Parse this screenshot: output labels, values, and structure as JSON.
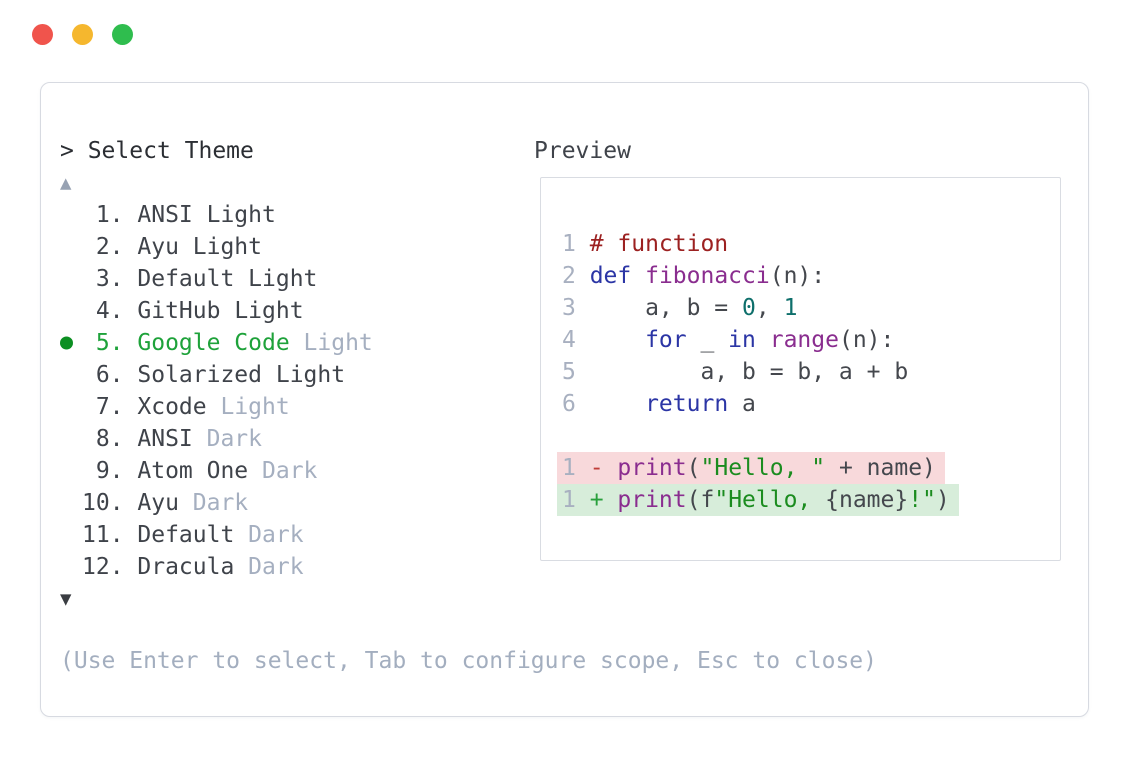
{
  "window": {
    "controls": {
      "close_color": "#f0544c",
      "minimize_color": "#f5b72e",
      "maximize_color": "#2fbd4e"
    }
  },
  "colors": {
    "accent_green": "#1ea23a",
    "selected_bullet_green": "#0c8f22",
    "muted_text": "#a5afc0",
    "dark_text": "#3f434a",
    "panel_border": "#d7dae1",
    "diff_removed_bg": "#f8d9db",
    "diff_added_bg": "#d7edda",
    "line_number": "#a8b0c0"
  },
  "header": {
    "prompt_char": ">",
    "title": "Select Theme"
  },
  "icons": {
    "scroll_up": "▲",
    "scroll_down": "▼"
  },
  "theme_list": {
    "selected_index": 5,
    "items": [
      {
        "num": "1.",
        "name": "ANSI",
        "suffix": "Light",
        "selected": false
      },
      {
        "num": "2.",
        "name": "Ayu",
        "suffix": "Light",
        "selected": false
      },
      {
        "num": "3.",
        "name": "Default",
        "suffix": "Light",
        "selected": false
      },
      {
        "num": "4.",
        "name": "GitHub",
        "suffix": "Light",
        "selected": false
      },
      {
        "num": "5.",
        "name": "Google Code",
        "suffix": "Light",
        "selected": true
      },
      {
        "num": "6.",
        "name": "Solarized",
        "suffix": "Light",
        "selected": false
      },
      {
        "num": "7.",
        "name": "Xcode",
        "suffix": "Light",
        "selected": false
      },
      {
        "num": "8.",
        "name": "ANSI",
        "suffix": "Dark",
        "selected": false
      },
      {
        "num": "9.",
        "name": "Atom One",
        "suffix": "Dark",
        "selected": false
      },
      {
        "num": "10.",
        "name": "Ayu",
        "suffix": "Dark",
        "selected": false
      },
      {
        "num": "11.",
        "name": "Default",
        "suffix": "Dark",
        "selected": false
      },
      {
        "num": "12.",
        "name": "Dracula",
        "suffix": "Dark",
        "selected": false
      }
    ]
  },
  "preview": {
    "label": "Preview",
    "lines": [
      {
        "num": "1",
        "tokens": [
          {
            "text": "# function",
            "role": "comment"
          }
        ]
      },
      {
        "num": "2",
        "tokens": [
          {
            "text": "def",
            "role": "keyword"
          },
          {
            "text": " ",
            "role": "plain"
          },
          {
            "text": "fibonacci",
            "role": "function"
          },
          {
            "text": "(n):",
            "role": "plain"
          }
        ]
      },
      {
        "num": "3",
        "tokens": [
          {
            "text": "    a, b = ",
            "role": "plain"
          },
          {
            "text": "0",
            "role": "literal"
          },
          {
            "text": ", ",
            "role": "plain"
          },
          {
            "text": "1",
            "role": "literal"
          }
        ]
      },
      {
        "num": "4",
        "tokens": [
          {
            "text": "    ",
            "role": "plain"
          },
          {
            "text": "for",
            "role": "keyword"
          },
          {
            "text": " _ ",
            "role": "plain"
          },
          {
            "text": "in",
            "role": "keyword"
          },
          {
            "text": " ",
            "role": "plain"
          },
          {
            "text": "range",
            "role": "function"
          },
          {
            "text": "(n):",
            "role": "plain"
          }
        ]
      },
      {
        "num": "5",
        "tokens": [
          {
            "text": "        a, b = b, a + b",
            "role": "plain"
          }
        ]
      },
      {
        "num": "6",
        "tokens": [
          {
            "text": "    ",
            "role": "plain"
          },
          {
            "text": "return",
            "role": "keyword"
          },
          {
            "text": " a",
            "role": "plain"
          }
        ]
      }
    ],
    "diff_lines": [
      {
        "num": "1",
        "change": "removed",
        "marker": "-",
        "tokens": [
          {
            "text": "print",
            "role": "function"
          },
          {
            "text": "(",
            "role": "plain"
          },
          {
            "text": "\"Hello, \"",
            "role": "string"
          },
          {
            "text": " + name)",
            "role": "plain"
          }
        ]
      },
      {
        "num": "1",
        "change": "added",
        "marker": "+",
        "tokens": [
          {
            "text": "print",
            "role": "function"
          },
          {
            "text": "(f",
            "role": "plain"
          },
          {
            "text": "\"Hello, ",
            "role": "string"
          },
          {
            "text": "{name}",
            "role": "plain"
          },
          {
            "text": "!\"",
            "role": "string"
          },
          {
            "text": ")",
            "role": "plain"
          }
        ]
      }
    ]
  },
  "footer": {
    "help": "(Use Enter to select, Tab to configure scope, Esc to close)"
  }
}
